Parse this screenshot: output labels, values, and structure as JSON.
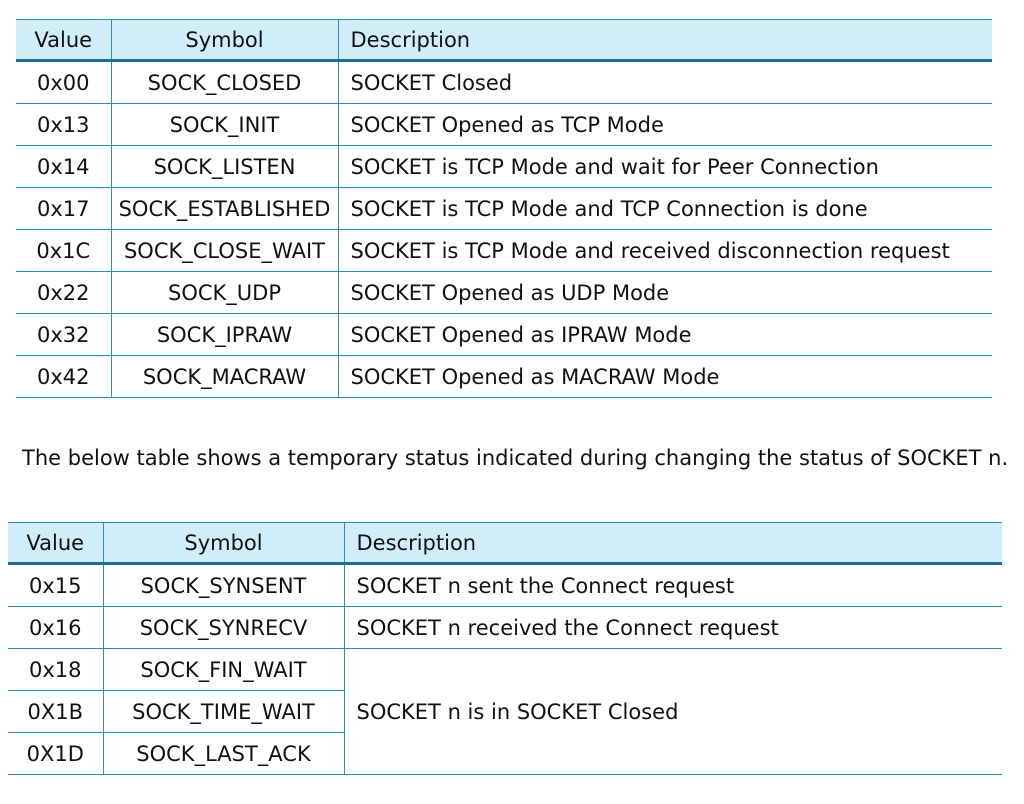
{
  "status_table": {
    "headers": [
      "Value",
      "Symbol",
      "Description"
    ],
    "rows": [
      {
        "value": "0x00",
        "symbol": "SOCK_CLOSED",
        "description": "SOCKET Closed"
      },
      {
        "value": "0x13",
        "symbol": "SOCK_INIT",
        "description": "SOCKET Opened as TCP Mode"
      },
      {
        "value": "0x14",
        "symbol": "SOCK_LISTEN",
        "description": "SOCKET is TCP Mode and wait for Peer Connection"
      },
      {
        "value": "0x17",
        "symbol": "SOCK_ESTABLISHED",
        "description": "SOCKET is TCP Mode and TCP Connection is done"
      },
      {
        "value": "0x1C",
        "symbol": "SOCK_CLOSE_WAIT",
        "description": "SOCKET is TCP Mode and received disconnection request"
      },
      {
        "value": "0x22",
        "symbol": "SOCK_UDP",
        "description": "SOCKET Opened as UDP Mode"
      },
      {
        "value": "0x32",
        "symbol": "SOCK_IPRAW",
        "description": "SOCKET Opened as IPRAW Mode"
      },
      {
        "value": "0x42",
        "symbol": "SOCK_MACRAW",
        "description": "SOCKET Opened as MACRAW Mode"
      }
    ]
  },
  "caption": "The below table shows a temporary status indicated during changing the status of SOCKET n.",
  "temp_table": {
    "headers": [
      "Value",
      "Symbol",
      "Description"
    ],
    "rows": [
      {
        "value": "0x15",
        "symbol": "SOCK_SYNSENT",
        "description": "SOCKET n sent the Connect request"
      },
      {
        "value": "0x16",
        "symbol": "SOCK_SYNRECV",
        "description": "SOCKET n received the Connect request"
      },
      {
        "value": "0x18",
        "symbol": "SOCK_FIN_WAIT",
        "description": "SOCKET n is in SOCKET Closed"
      },
      {
        "value": "0X1B",
        "symbol": "SOCK_TIME_WAIT"
      },
      {
        "value": "0X1D",
        "symbol": "SOCK_LAST_ACK"
      }
    ]
  }
}
